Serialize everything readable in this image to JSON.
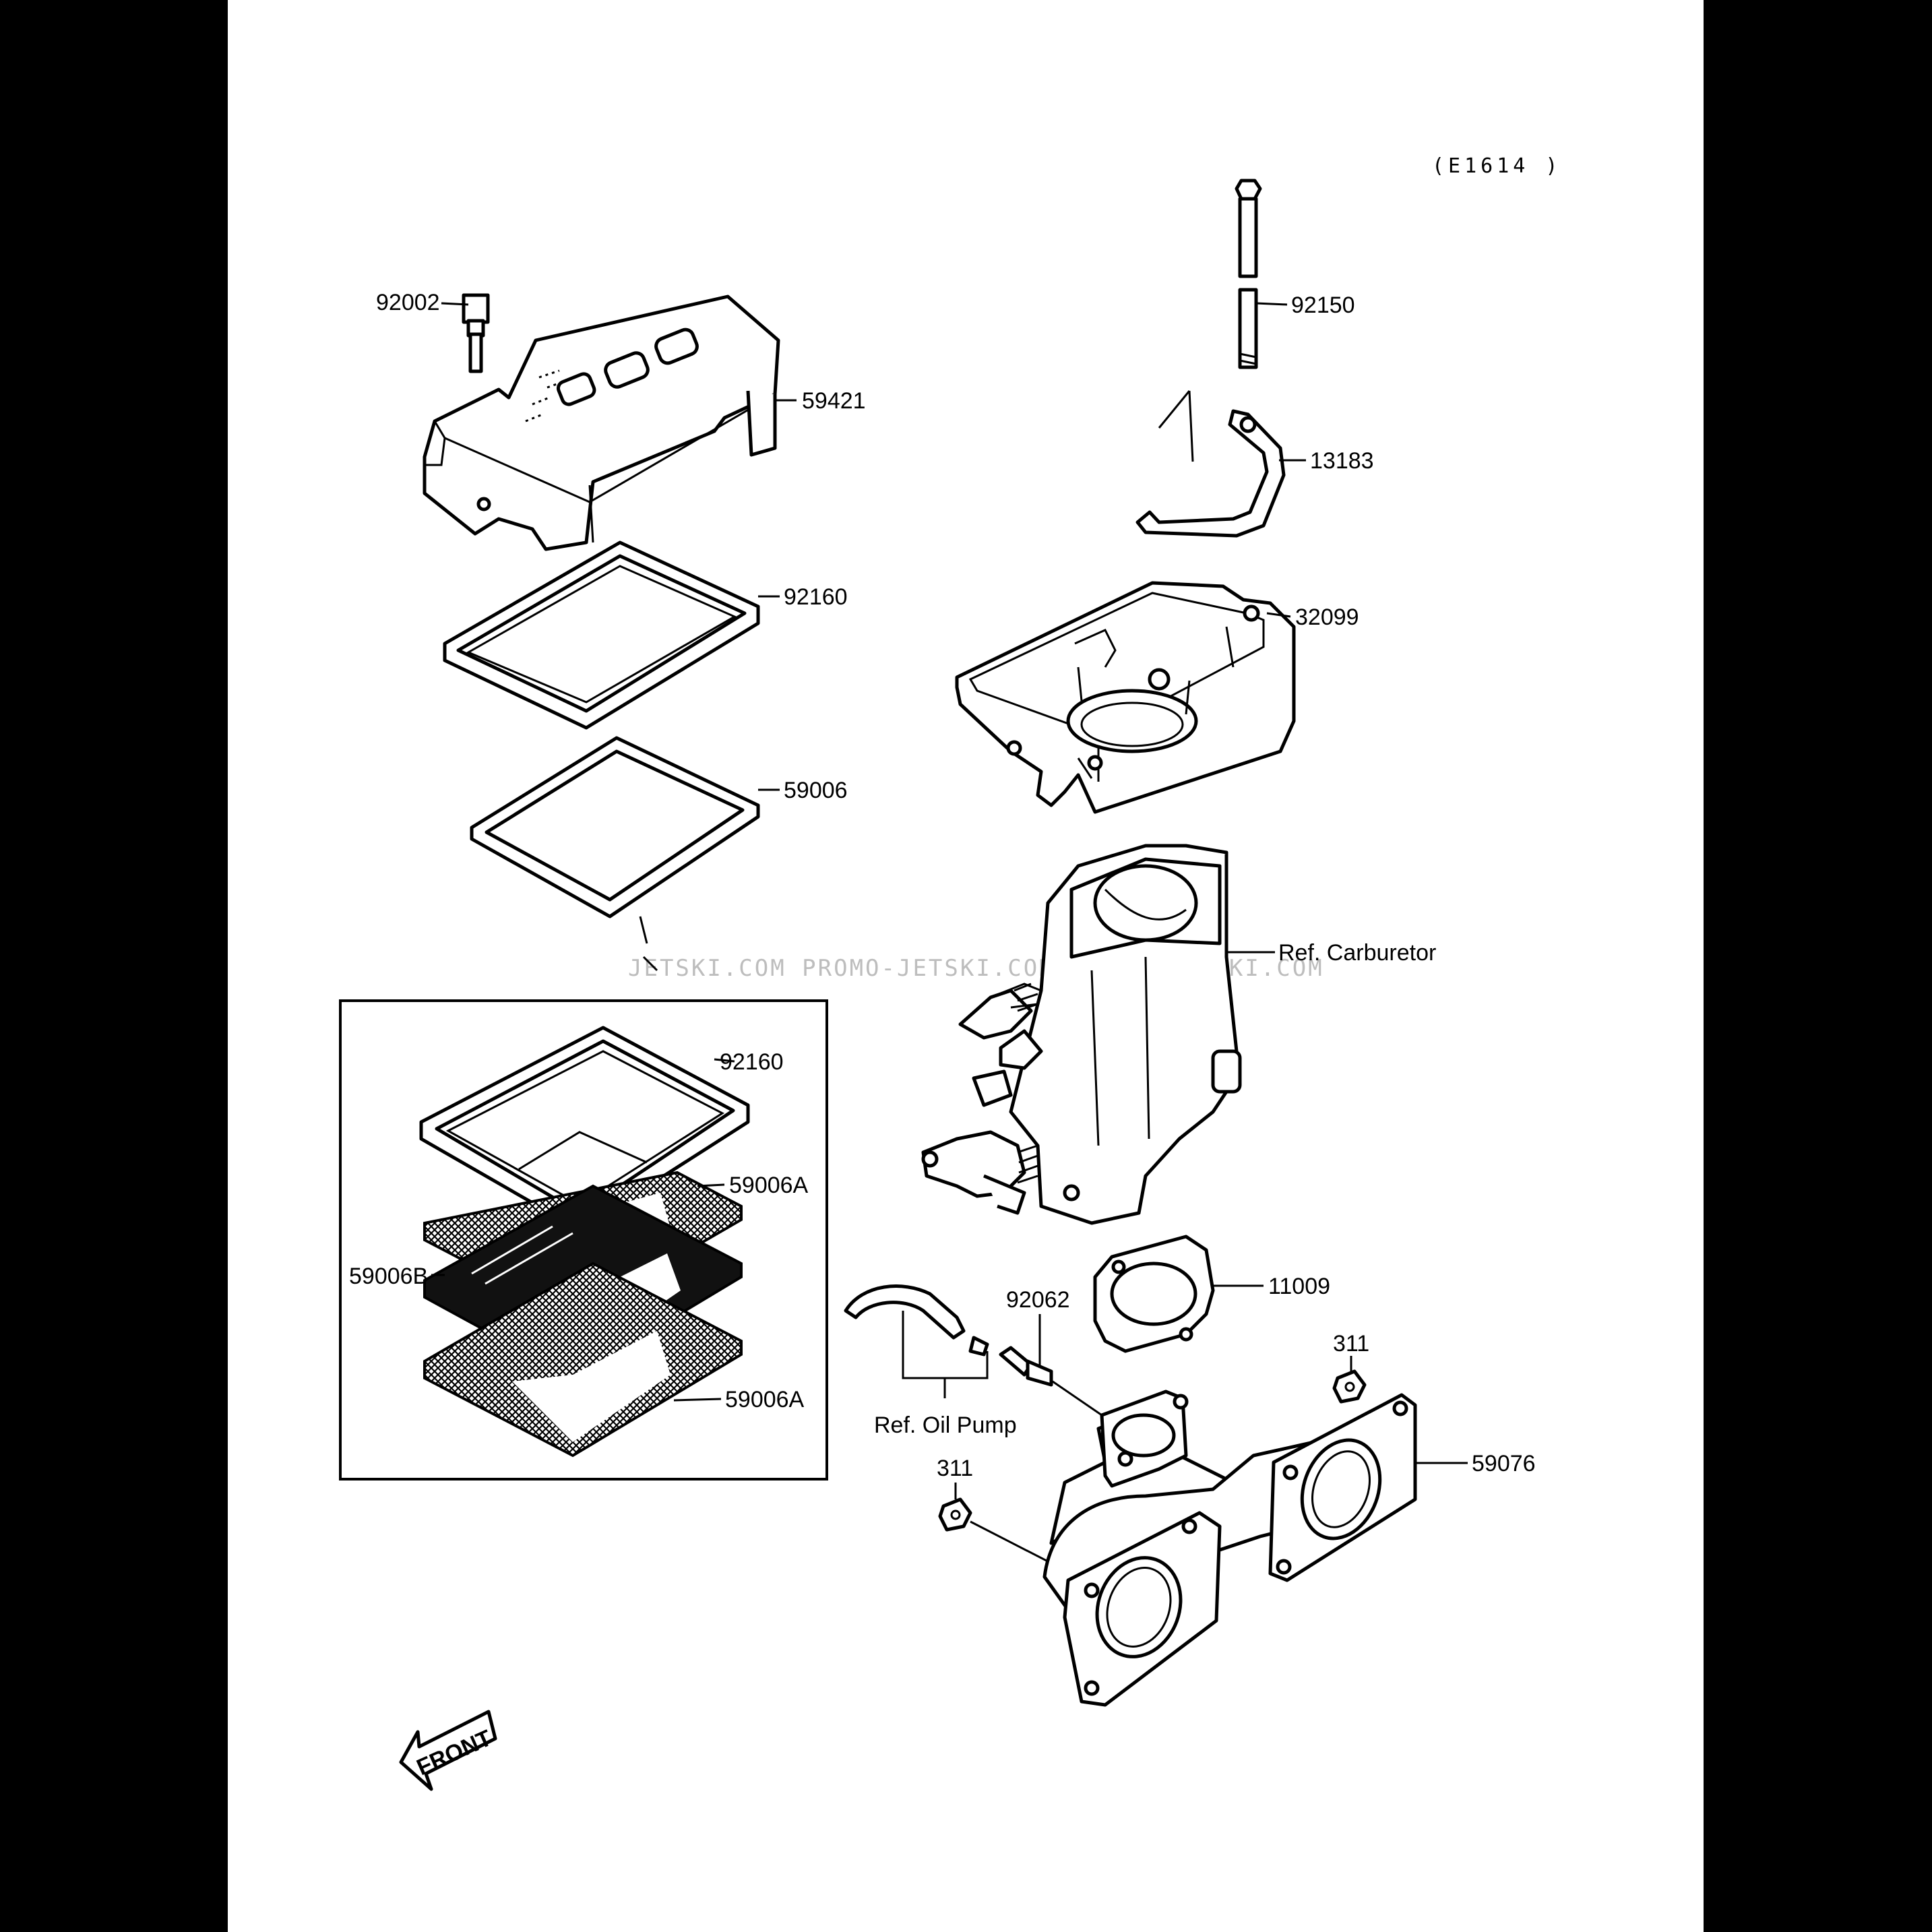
{
  "diagram": {
    "code": "(E1614 )",
    "watermark": "JETSKI.COM  PROMO-JETSKI.COM  PROMO-JETSKI.COM",
    "front_label": "FRONT",
    "labels": {
      "p92002": "92002",
      "p59421": "59421",
      "p92160_top": "92160",
      "p59006": "59006",
      "p92150": "92150",
      "p13183": "13183",
      "p32099": "32099",
      "ref_carburetor": "Ref. Carburetor",
      "p92160_box": "92160",
      "p59006A_top": "59006A",
      "p59006B": "59006B",
      "p59006A_bottom": "59006A",
      "p11009": "11009",
      "p92062": "92062",
      "p311_right": "311",
      "ref_oil_pump": "Ref. Oil Pump",
      "p311_left": "311",
      "p59076": "59076"
    }
  }
}
